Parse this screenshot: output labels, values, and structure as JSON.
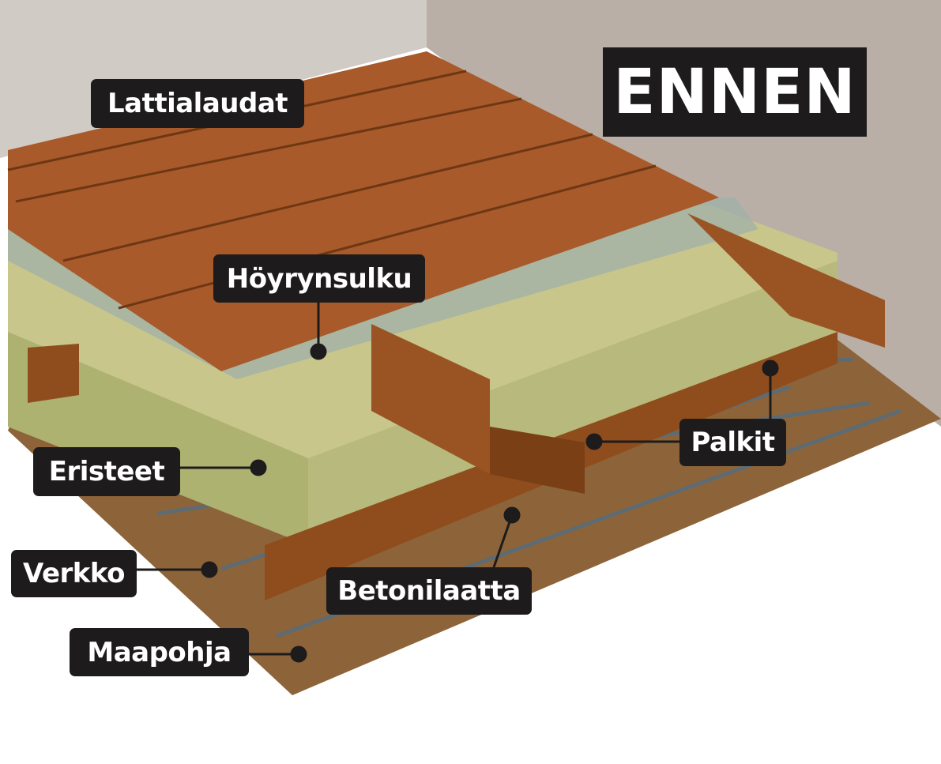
{
  "title": "ENNEN",
  "labels": {
    "floorboards": "Lattialaudat",
    "vapor_barrier": "Höyrynsulku",
    "insulation": "Eristeet",
    "mesh": "Verkko",
    "ground": "Maapohja",
    "concrete_slab": "Betonilaatta",
    "joists": "Palkit"
  },
  "colors": {
    "label_bg": "#1d1b1c",
    "wood": "#a85a2a",
    "insulation": "#c9c68c",
    "soil": "#8d6439",
    "wall": "#b9afa6"
  }
}
